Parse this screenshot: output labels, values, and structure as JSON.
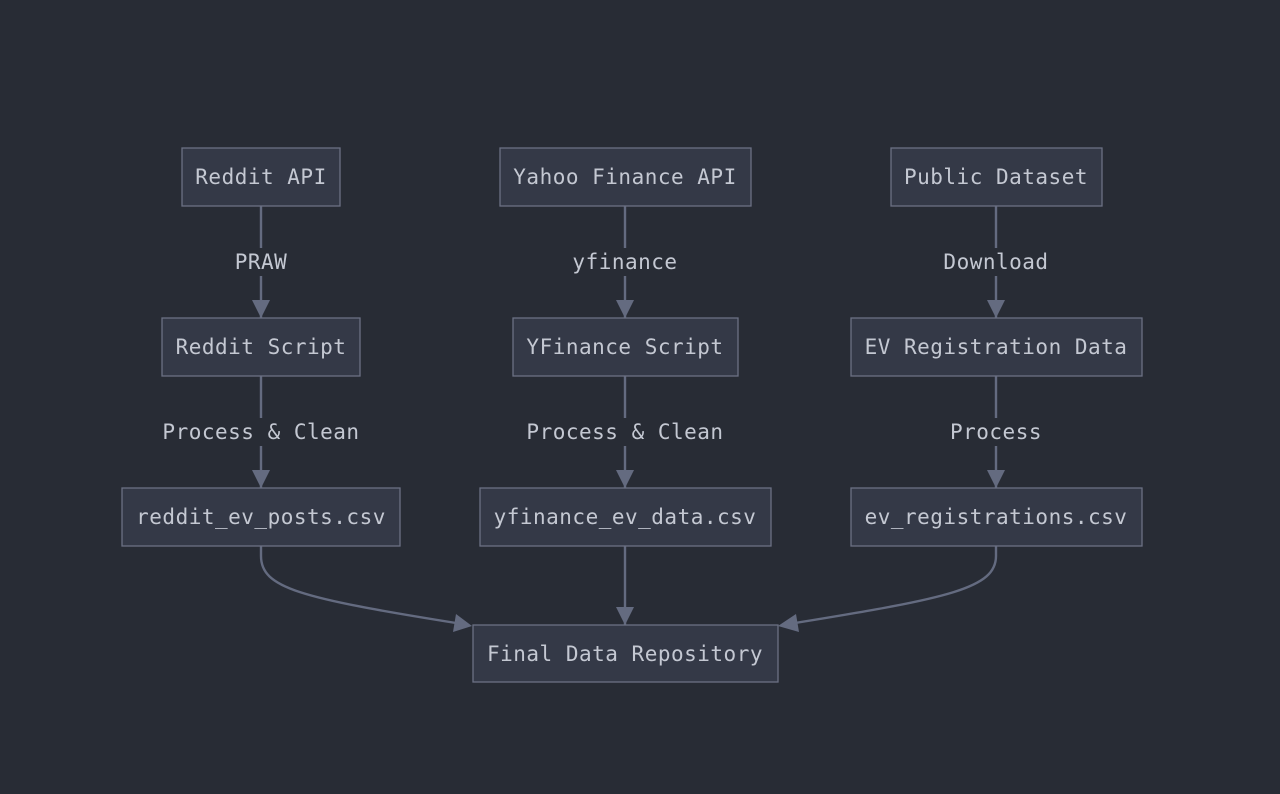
{
  "diagram": {
    "nodes": {
      "reddit_api": "Reddit API",
      "yahoo_api": "Yahoo Finance API",
      "public_dataset": "Public Dataset",
      "reddit_script": "Reddit Script",
      "yfinance_script": "YFinance Script",
      "ev_registration": "EV Registration Data",
      "reddit_csv": "reddit_ev_posts.csv",
      "yfinance_csv": "yfinance_ev_data.csv",
      "ev_csv": "ev_registrations.csv",
      "final_repo": "Final Data Repository"
    },
    "edges": {
      "praw": "PRAW",
      "yfinance": "yfinance",
      "download": "Download",
      "reddit_process": "Process & Clean",
      "yfinance_process": "Process & Clean",
      "ev_process": "Process"
    },
    "colors": {
      "background": "#282c35",
      "node_fill": "#343947",
      "node_border": "#6b7183",
      "edge": "#646b80",
      "text": "#c4c8d2"
    }
  }
}
